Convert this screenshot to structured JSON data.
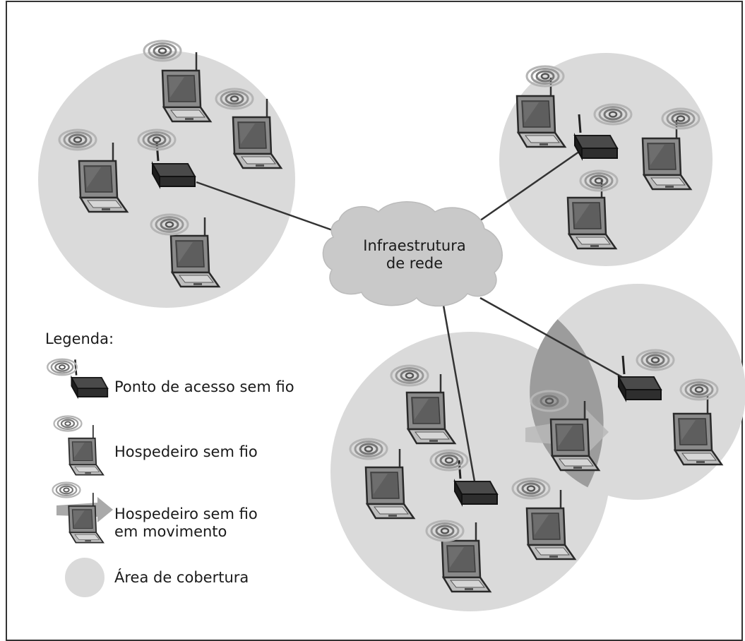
{
  "cloud": {
    "line1": "Infraestrutura",
    "line2": "de rede"
  },
  "legend": {
    "title": "Legenda:",
    "access_point": "Ponto de acesso sem fio",
    "wireless_host": "Hospedeiro sem fio",
    "moving_host_line1": "Hospedeiro sem fio",
    "moving_host_line2": "em movimento",
    "coverage_area": "Área de cobertura"
  },
  "colors": {
    "coverage_area": "#dadada",
    "overlap_area": "#9c9c9c",
    "cloud": "#c9c9c9",
    "device_dark": "#2b2b2b",
    "frame": "#333333"
  },
  "icons": [
    "laptop-icon",
    "access-point-icon",
    "signal-waves-icon",
    "moving-arrow-icon",
    "network-cloud-icon"
  ]
}
